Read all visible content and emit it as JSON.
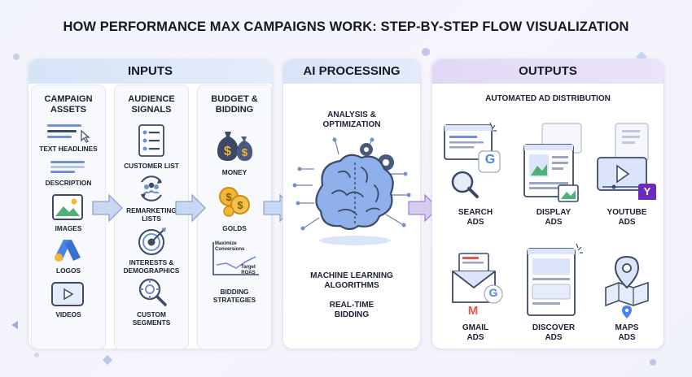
{
  "title": "HOW PERFORMANCE MAX CAMPAIGNS WORK: STEP-BY-STEP FLOW VISUALIZATION",
  "sections": {
    "inputs": "INPUTS",
    "ai_processing": "AI PROCESSING",
    "outputs": "OUTPUTS"
  },
  "inputs": {
    "campaign_assets": {
      "header": [
        "CAMPAIGN",
        "ASSETS"
      ],
      "items": [
        "TEXT HEADLINES",
        "DESCRIPTION",
        "IMAGES",
        "LOGOS",
        "VIDEOS"
      ]
    },
    "audience_signals": {
      "header": [
        "AUDIENCE",
        "SIGNALS"
      ],
      "items": [
        "CUSTOMER LIST",
        [
          "REMARKETING",
          "LISTS"
        ],
        [
          "INTERESTS &",
          "DEMOGRAPHICS"
        ],
        [
          "CUSTOM",
          "SEGMENTS"
        ]
      ]
    },
    "budget_bidding": {
      "header": [
        "BUDGET &",
        "BIDDING"
      ],
      "items": [
        "MONEY",
        "GOLDS",
        [
          "BIDDING",
          "STRATEGIES"
        ]
      ],
      "chart_labels": [
        "Maximize",
        "Conversions",
        "Target",
        "ROAS"
      ]
    }
  },
  "ai": {
    "top": [
      "ANALYSIS &",
      "OPTIMIZATION"
    ],
    "ml": [
      "MACHINE LEARNING",
      "ALGORITHMS"
    ],
    "rtb": [
      "REAL-TIME",
      "BIDDING"
    ]
  },
  "outputs": {
    "header": "AUTOMATED AD DISTRIBUTION",
    "items": [
      [
        "SEARCH",
        "ADS"
      ],
      [
        "DISPLAY",
        "ADS"
      ],
      [
        "YOUTUBE",
        "ADS"
      ],
      [
        "GMAIL",
        "ADS"
      ],
      [
        "DISCOVER",
        "ADS"
      ],
      [
        "MAPS",
        "ADS"
      ]
    ],
    "badges": {
      "google": "G",
      "yahoo": "Y",
      "gmail": "M"
    }
  },
  "colors": {
    "inputs_head": "#dde8f8",
    "ai_head": "#dfe6f7",
    "outputs_head": "#e6dcf6",
    "arrow": "#c9d8f2",
    "arrow_stroke": "#8fa5cf",
    "icon_dark": "#3c4a66",
    "icon_blue": "#6f8fd6",
    "gold": "#f2b733"
  }
}
